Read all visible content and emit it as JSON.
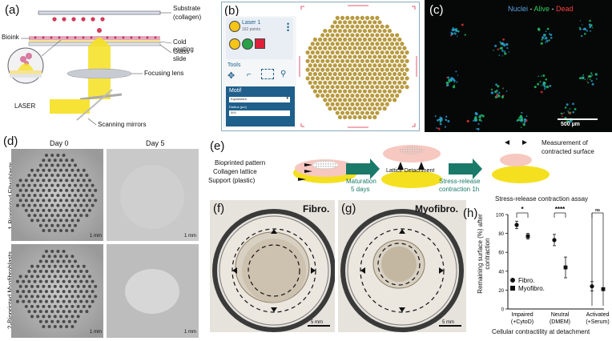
{
  "panels": {
    "a": {
      "label": "(a)",
      "substrate": "Substrate",
      "substrate2": "(collagen)",
      "bioink": "Bioink",
      "cold_coating": "Cold coating",
      "glass_slide": "Glass slide",
      "focusing_lens": "Focusing lens",
      "laser": "LASER",
      "scanning_mirrors": "Scanning mirrors"
    },
    "b": {
      "label": "(b)",
      "layer_name": "Laser 1",
      "layer_sub": "162 points",
      "tools": "Tools",
      "motif": "Motif",
      "motif_option": "Equidistant",
      "radius_label": "Radius (µm)",
      "radius_value": "500"
    },
    "c": {
      "label": "(c)",
      "nuclei": "Nuclei",
      "sep1": " - ",
      "alive": "Alive",
      "sep2": " - ",
      "dead": "Dead",
      "scale": "500 µm"
    },
    "d": {
      "label": "(d)",
      "day0": "Day 0",
      "day5": "Day 5",
      "row1": "1-Bioprinted Fibroblasts",
      "row2": "2-Bioprinted Myofibroblasts",
      "scale": "1 mm"
    },
    "e": {
      "label": "(e)",
      "bioprinted_pattern": "Bioprinted pattern",
      "collagen_lattice": "Collagen lattice",
      "support": "Support (plastic)",
      "maturation1": "Maturation",
      "maturation2": "5 days",
      "lattice_detachment": "Lattice Detachment",
      "stress_release1": "Stress-release",
      "stress_release2": "contraction 1h",
      "measurement1": "Measurement of",
      "measurement2": "contracted surface"
    },
    "f": {
      "label": "(f)",
      "title": "Fibro.",
      "scale": "5 mm"
    },
    "g": {
      "label": "(g)",
      "title": "Myofibro.",
      "scale": "5 mm"
    },
    "h": {
      "label": "(h)"
    }
  },
  "chart_data": {
    "type": "scatter",
    "title": "Stress-release contraction assay",
    "ylabel": "Remaining surface (%) after contraction",
    "xlabel": "Cellular contractility at detachment",
    "ylim": [
      0,
      100
    ],
    "yticks": [
      0,
      20,
      40,
      60,
      80,
      100
    ],
    "categories": [
      "Impaired (+CytoD)",
      "Neutral (DMEM)",
      "Activated (+Serum)"
    ],
    "category_lines": [
      [
        "Impaired",
        "(+CytoD)"
      ],
      [
        "Neutral",
        "(DMEM)"
      ],
      [
        "Activated",
        "(+Serum)"
      ]
    ],
    "legend_position": "bottom-left",
    "series": [
      {
        "name": "Fibro.",
        "marker": "circle",
        "values": [
          89,
          73,
          24
        ],
        "errors": [
          4,
          6,
          5
        ]
      },
      {
        "name": "Myofibro.",
        "marker": "square",
        "values": [
          77,
          44,
          21
        ],
        "errors": [
          3,
          11,
          1
        ]
      }
    ],
    "significance": [
      "*",
      "****",
      "ns"
    ]
  },
  "colors": {
    "accent_teal": "#1a7a6a",
    "yellow": "#f5e020",
    "pink": "#f6c8c0",
    "dot_gold": "#b89a40",
    "software_blue": "#1f5f8b"
  }
}
